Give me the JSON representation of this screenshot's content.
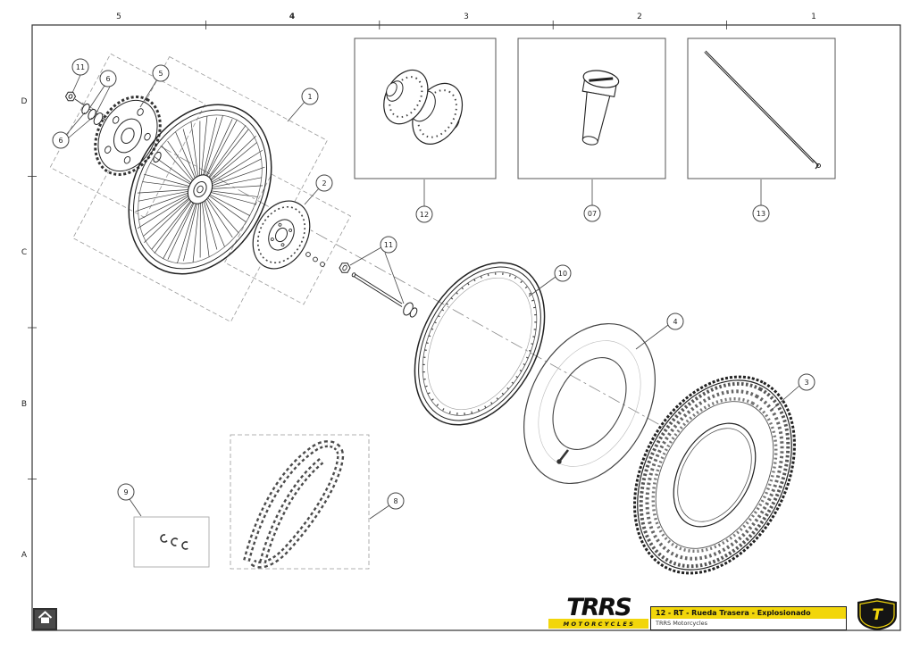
{
  "frame": {
    "columns": [
      "5",
      "4",
      "3",
      "2",
      "1"
    ],
    "rows": [
      "D",
      "C",
      "B",
      "A"
    ]
  },
  "callouts": [
    {
      "label": "11"
    },
    {
      "label": "6"
    },
    {
      "label": "5"
    },
    {
      "label": "6"
    },
    {
      "label": "1"
    },
    {
      "label": "2"
    },
    {
      "label": "12"
    },
    {
      "label": "07"
    },
    {
      "label": "13"
    },
    {
      "label": "11"
    },
    {
      "label": "10"
    },
    {
      "label": "4"
    },
    {
      "label": "3"
    },
    {
      "label": "9"
    },
    {
      "label": "8"
    }
  ],
  "title_block": {
    "logo_text": "TRRS",
    "logo_sub": "MOTORCYCLES",
    "drawing_title": "12 - RT - Rueda Trasera - Explosionado",
    "company": "TRRS Motorcycles",
    "shield_letter": "T",
    "accent_yellow": "#F2D60B"
  },
  "home_button": {
    "icon": "home"
  }
}
